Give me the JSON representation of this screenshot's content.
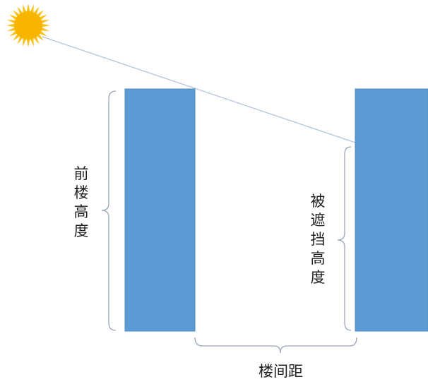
{
  "labels": {
    "front_building_height": "前楼高度",
    "shaded_height": "被遮挡高度",
    "building_spacing": "楼间距"
  },
  "colors": {
    "building": "#5b9bd5",
    "building_edge": "#4f88bf",
    "sun": "#f7b500",
    "sun_ray": "#f7c21a",
    "bracket": "#9aa4b8",
    "sunlight_line": "#b5c4de"
  },
  "icons": {
    "sun": "sun-icon"
  }
}
